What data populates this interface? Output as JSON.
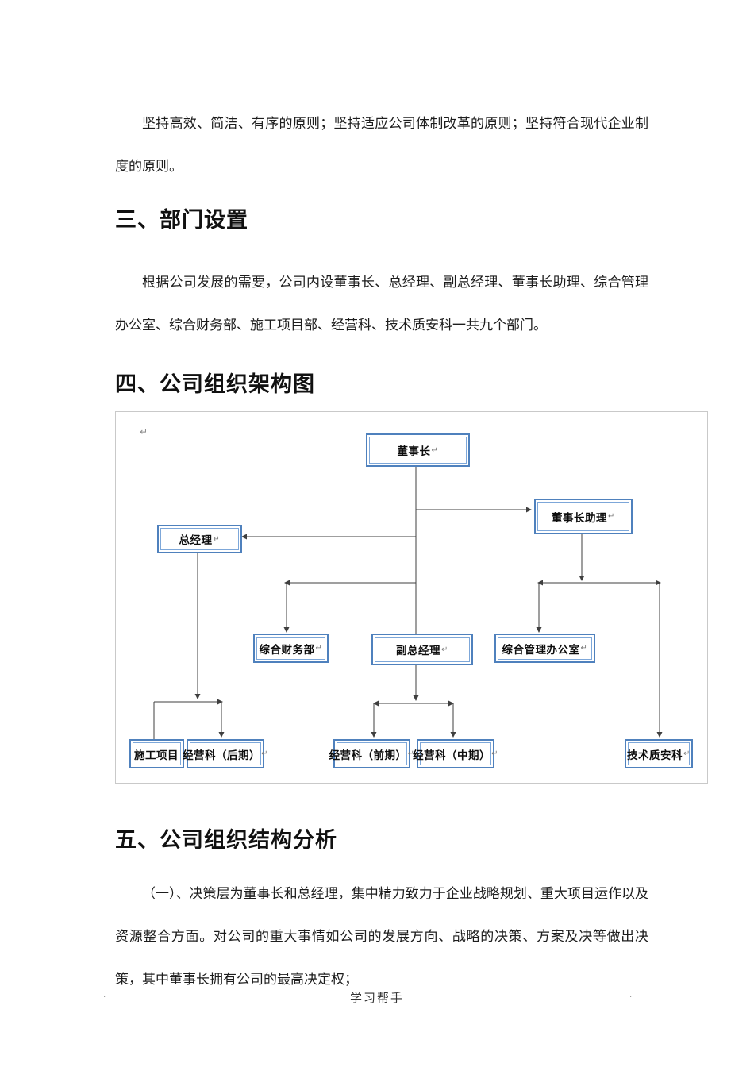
{
  "page": {
    "top_marks": [
      "··",
      "·",
      "·",
      "··",
      "··"
    ],
    "footer": {
      "text": "学习帮手",
      "left_mark": "·",
      "right_mark": "·"
    }
  },
  "document": {
    "para1": "坚持高效、简洁、有序的原则；坚持适应公司体制改革的原则；坚持符合现代企业制度的原则。",
    "heading3": "三、部门设置",
    "para2": "根据公司发展的需要，公司内设董事长、总经理、副总经理、董事长助理、综合管理办公室、综合财务部、施工项目部、经营科、技术质安科一共九个部门。",
    "heading4": "四、公司组织架构图",
    "heading5": "五、公司组织结构分析",
    "para3": "（一）、决策层为董事长和总经理，集中精力致力于企业战略规划、重大项目运作以及资源整合方面。对公司的重大事情如公司的发展方向、战略的决策、方案及决等做出决策，其中董事长拥有公司的最高决定权；"
  },
  "chart_data": {
    "type": "org-chart",
    "title": "公司组织架构图",
    "frame_pilcrow": "↵",
    "nodes": [
      {
        "id": "chairman",
        "label": "董事长",
        "mark": "↵"
      },
      {
        "id": "chairman-assistant",
        "label": "董事长助理",
        "mark": "↵"
      },
      {
        "id": "general-manager",
        "label": "总经理",
        "mark": "↵"
      },
      {
        "id": "finance-dept",
        "label": "综合财务部",
        "mark": "↵"
      },
      {
        "id": "deputy-general-manager",
        "label": "副总经理",
        "mark": "↵"
      },
      {
        "id": "admin-office",
        "label": "综合管理办公室",
        "mark": "↵"
      },
      {
        "id": "construction-project",
        "label": "施工项目",
        "mark": ""
      },
      {
        "id": "operations-late",
        "label": "经营科（后期）",
        "mark": "↵"
      },
      {
        "id": "operations-early",
        "label": "经营科（前期）",
        "mark": "↵"
      },
      {
        "id": "operations-mid",
        "label": "经营科（中期）",
        "mark": "↵"
      },
      {
        "id": "tech-quality-safety",
        "label": "技术质安科",
        "mark": "↵"
      }
    ],
    "edges": [
      "董事长→董事长助理",
      "董事长→总经理",
      "董事长→综合财务部",
      "董事长→副总经理",
      "董事长助理→综合管理办公室",
      "董事长助理→技术质安科",
      "总经理→施工项目",
      "总经理→经营科（后期）",
      "副总经理→经营科（前期）",
      "副总经理→经营科（中期）"
    ],
    "colors": {
      "box_border": "#4f81bd",
      "box_border_inner": "#7da7d9",
      "connector": "#3f3f3f",
      "frame_border": "#c9c9c9"
    }
  }
}
